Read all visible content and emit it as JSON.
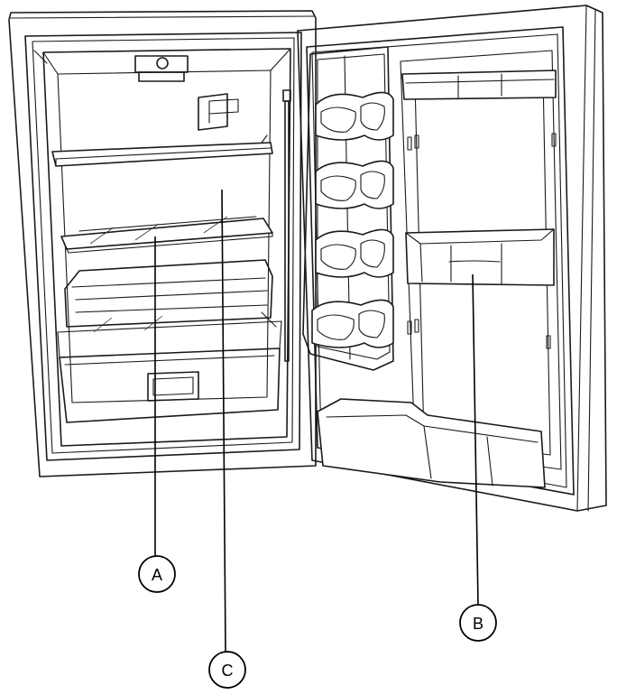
{
  "callouts": [
    {
      "id": "A",
      "label": "A"
    },
    {
      "id": "B",
      "label": "B"
    },
    {
      "id": "C",
      "label": "C"
    }
  ],
  "colors": {
    "line": "#1a1a1a",
    "background": "#ffffff"
  }
}
